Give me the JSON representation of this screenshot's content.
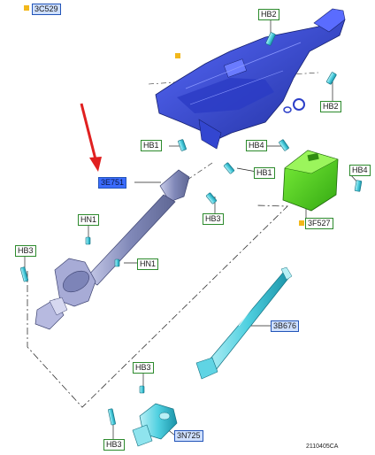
{
  "diagram": {
    "figure_number": "2110405CA",
    "labels": [
      {
        "id": "3c529",
        "text": "3C529",
        "kind": "blue"
      },
      {
        "id": "hb2-top",
        "text": "HB2",
        "kind": "green"
      },
      {
        "id": "hb2-right",
        "text": "HB2",
        "kind": "green"
      },
      {
        "id": "hb1-left",
        "text": "HB1",
        "kind": "green"
      },
      {
        "id": "hb4-mid",
        "text": "HB4",
        "kind": "green"
      },
      {
        "id": "hb1-right",
        "text": "HB1",
        "kind": "green"
      },
      {
        "id": "hb4-right",
        "text": "HB4",
        "kind": "green"
      },
      {
        "id": "3e751",
        "text": "3E751",
        "kind": "selected"
      },
      {
        "id": "hb3-mid",
        "text": "HB3",
        "kind": "green"
      },
      {
        "id": "3f527",
        "text": "3F527",
        "kind": "green"
      },
      {
        "id": "hn1-upper",
        "text": "HN1",
        "kind": "green"
      },
      {
        "id": "hb3-left",
        "text": "HB3",
        "kind": "green"
      },
      {
        "id": "hn1-lower",
        "text": "HN1",
        "kind": "green"
      },
      {
        "id": "3b676",
        "text": "3B676",
        "kind": "blue"
      },
      {
        "id": "hb3-bottom-upper",
        "text": "HB3",
        "kind": "green"
      },
      {
        "id": "hb3-bottom-left",
        "text": "HB3",
        "kind": "green"
      },
      {
        "id": "3n725",
        "text": "3N725",
        "kind": "blue"
      }
    ],
    "colors": {
      "column": "#3d4fe0",
      "column_dark": "#22309a",
      "module": "#52d11e",
      "fastener": "#2ec6d8",
      "shaft": "#9aa0c8",
      "arrow": "#e02020",
      "green_label": "#2c8a2c",
      "blue_label": "#2355b8",
      "marker": "#f2b81c"
    }
  }
}
